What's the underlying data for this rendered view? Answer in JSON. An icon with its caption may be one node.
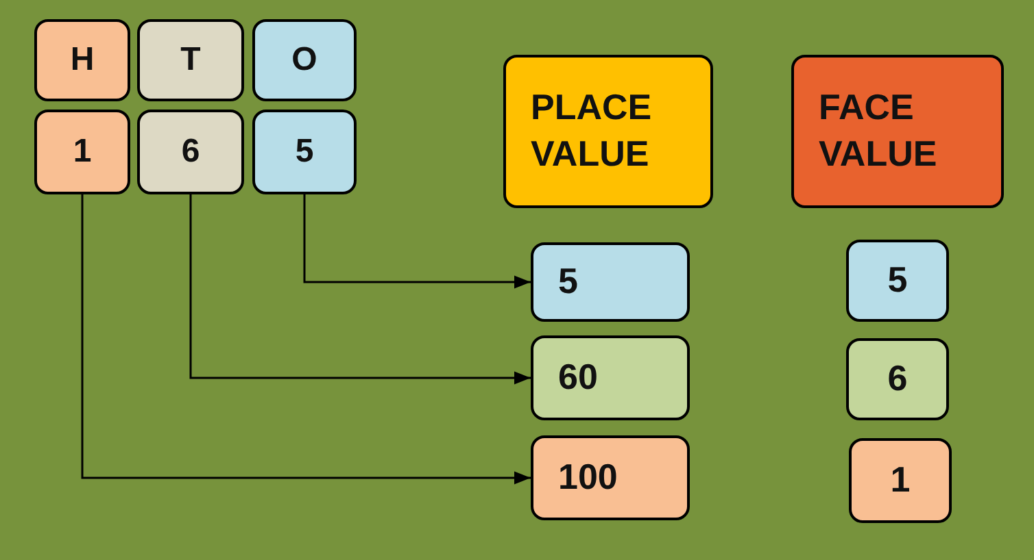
{
  "diagram": {
    "nodes": [
      {
        "text": [
          "H"
        ]
      },
      {
        "text": [
          "T"
        ]
      },
      {
        "text": [
          "O"
        ]
      },
      {
        "text": [
          "1"
        ]
      },
      {
        "text": [
          "6"
        ]
      },
      {
        "text": [
          "5"
        ]
      },
      {
        "text": [
          "PLACE VALUE"
        ]
      },
      {
        "text": [
          "FACE VALUE"
        ]
      },
      {
        "text": [
          "5"
        ]
      },
      {
        "text": [
          "60"
        ]
      },
      {
        "text": [
          "100"
        ]
      },
      {
        "text": [
          "5"
        ]
      },
      {
        "text": [
          "6"
        ]
      },
      {
        "text": [
          "1"
        ]
      }
    ],
    "edges": [
      {
        "from": 5,
        "to": 8,
        "arrow": "to"
      },
      {
        "from": 4,
        "to": 9,
        "arrow": "to"
      },
      {
        "from": 3,
        "to": 10,
        "arrow": "to"
      }
    ]
  }
}
